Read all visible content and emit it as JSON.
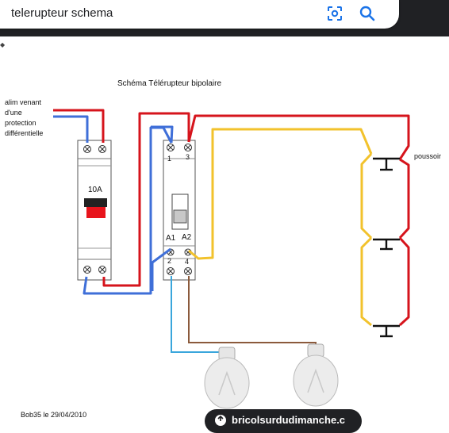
{
  "search": {
    "query": "telerupteur schema"
  },
  "icons": {
    "lens": "google-lens-icon",
    "search": "magnifier-icon",
    "site": "site-favicon-icon"
  },
  "colors": {
    "phase": "#d6141c",
    "neutral": "#3f6fd8",
    "switch_wire": "#f2c22c",
    "lamp_wire_1": "#8b5a3c",
    "lamp_wire_2": "#3aa6dc",
    "topbar": "#202124"
  },
  "diagram": {
    "title": "Schéma  Télérupteur bipolaire",
    "supply_label": [
      "alim venant",
      "d'une",
      "protection",
      "différentielle"
    ],
    "breaker_rating": "10A",
    "relay_terminals": {
      "t1": "1",
      "t3": "3",
      "a1": "A1",
      "a2": "A2",
      "t2": "2",
      "t4": "4"
    },
    "pushbutton_label": "poussoir",
    "signature": "Bob35 le 29/04/2010"
  },
  "source_chip": {
    "text": "bricolsurdudimanche.c"
  }
}
